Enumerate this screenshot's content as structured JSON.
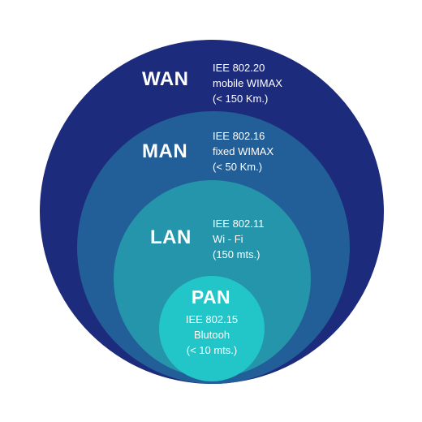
{
  "networks": {
    "wan": {
      "title": "WAN",
      "lines": [
        "IEE 802.20",
        "mobile WIMAX",
        "(< 150 Km.)"
      ]
    },
    "man": {
      "title": "MAN",
      "lines": [
        "IEE 802.16",
        "fixed WIMAX",
        "(< 50 Km.)"
      ]
    },
    "lan": {
      "title": "LAN",
      "lines": [
        "IEE 802.11",
        "Wi - Fi",
        "(150 mts.)"
      ]
    },
    "pan": {
      "title": "PAN",
      "lines": [
        "IEE 802.15",
        "Blutooh",
        "(< 10 mts.)"
      ]
    }
  },
  "colors": {
    "wan": "#1c2b7b",
    "man": "#225e97",
    "lan": "#2495aa",
    "pan": "#22c6c8",
    "text": "#ffffff"
  }
}
